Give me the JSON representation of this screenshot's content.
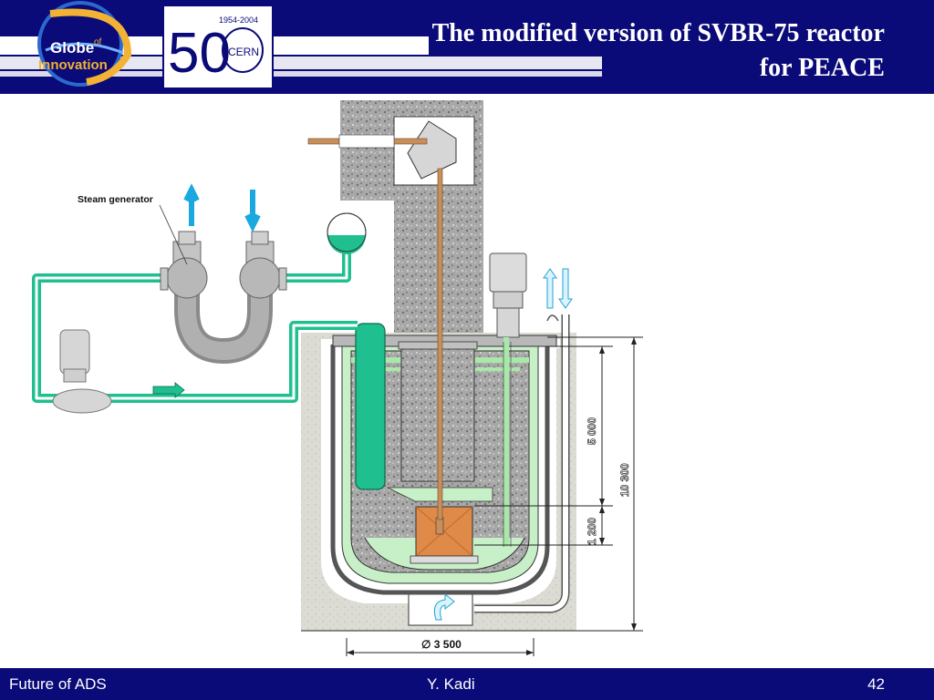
{
  "header": {
    "title_line1": "The modified version of SVBR-75 reactor",
    "title_line2": "for PEACE",
    "logo_left": {
      "text_line1": "Globe",
      "text_sup": "of",
      "text_line2": "Innovation"
    },
    "logo_right": {
      "years": "1954-2004",
      "text": "CERN",
      "number": "50"
    }
  },
  "diagram": {
    "steam_generator_label": "Steam generator",
    "dimensions": {
      "core_height": "1 200",
      "upper_height": "5 000",
      "total_height": "10 300",
      "diameter": "∅ 3 500"
    }
  },
  "footer": {
    "left": "Future of ADS",
    "center": "Y. Kadi",
    "right": "42"
  },
  "colors": {
    "header_bg": "#0a0a78",
    "coolant": "#1fbf8f",
    "core": "#e08a4a",
    "concrete": "#b0b0b0",
    "primary_fluid": "#c8f0c8"
  }
}
